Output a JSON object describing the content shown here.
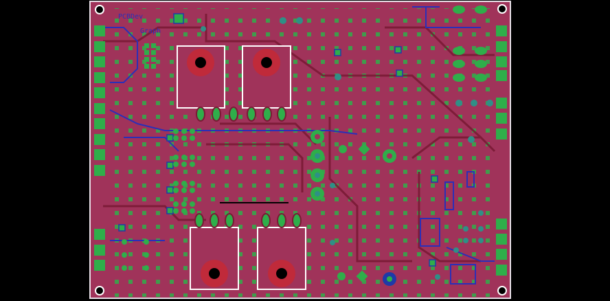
{
  "window": {
    "title": ""
  },
  "board": {
    "silkscreen_labels": [
      {
        "id": "top-left-label-1",
        "text": "PCBDev"
      },
      {
        "id": "top-left-label-2",
        "text": "Graph"
      }
    ],
    "colors": {
      "background": "#000000",
      "board_fill": "#a0335a",
      "board_outline": "#e8e0e8",
      "pad_green": "#2fae4a",
      "via_blue": "#1f3aa8",
      "trace_red": "#7a1a35",
      "trace_blue": "#2a2fb8",
      "silk_white": "#ffffff",
      "copper_ring": "#c02a3a",
      "drill_black": "#000000",
      "teal": "#2f8f86"
    },
    "mounting_holes": [
      {
        "name": "mount-hole-top-left"
      },
      {
        "name": "mount-hole-top-right"
      },
      {
        "name": "mount-hole-bottom-left"
      },
      {
        "name": "mount-hole-bottom-right"
      }
    ],
    "components": [
      {
        "name": "heatsink-top-left"
      },
      {
        "name": "heatsink-top-right"
      },
      {
        "name": "heatsink-bottom-left"
      },
      {
        "name": "heatsink-bottom-right"
      }
    ]
  }
}
